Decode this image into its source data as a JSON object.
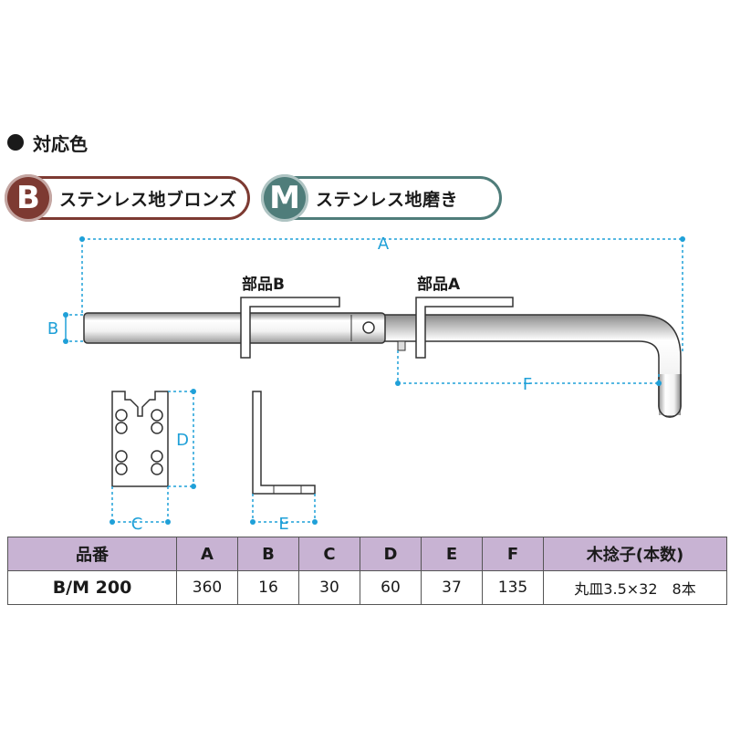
{
  "section_title": "対応色",
  "colors": [
    {
      "letter": "B",
      "label": "ステンレス地ブロンズ",
      "color": "#7d3a32"
    },
    {
      "letter": "M",
      "label": "ステンレス地磨き",
      "color": "#4f7d7a"
    }
  ],
  "diagram": {
    "dim_A": "A",
    "dim_B": "B",
    "dim_C": "C",
    "dim_D": "D",
    "dim_E": "E",
    "dim_F": "F",
    "part_b": "部品B",
    "part_a": "部品A",
    "dimension_color": "#1fa0d8"
  },
  "table": {
    "headers": [
      "品番",
      "A",
      "B",
      "C",
      "D",
      "E",
      "F",
      "木捻子(本数)"
    ],
    "rows": [
      [
        "B/M 200",
        "360",
        "16",
        "30",
        "60",
        "37",
        "135",
        "丸皿3.5×32　8本"
      ]
    ],
    "header_color": "#c8b3d3"
  }
}
